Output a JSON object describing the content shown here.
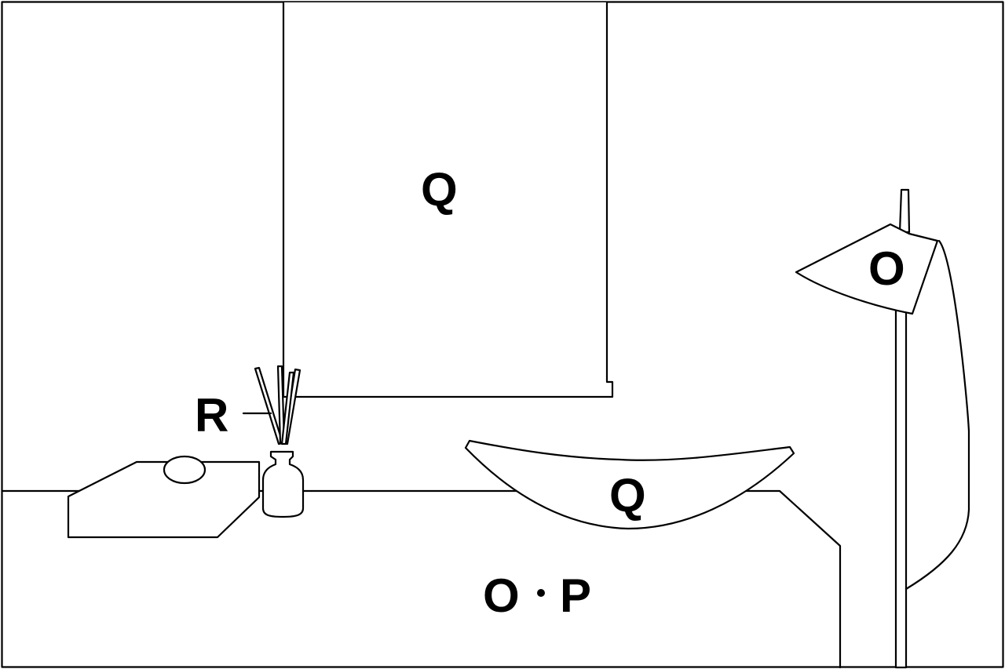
{
  "labels": {
    "window_blind": "Q",
    "lamp_shade": "O",
    "reed_diffuser": "R",
    "bowl": "Q",
    "table_left": "O",
    "table_right": "P"
  },
  "colors": {
    "stroke": "#000000",
    "fill": "#ffffff"
  }
}
